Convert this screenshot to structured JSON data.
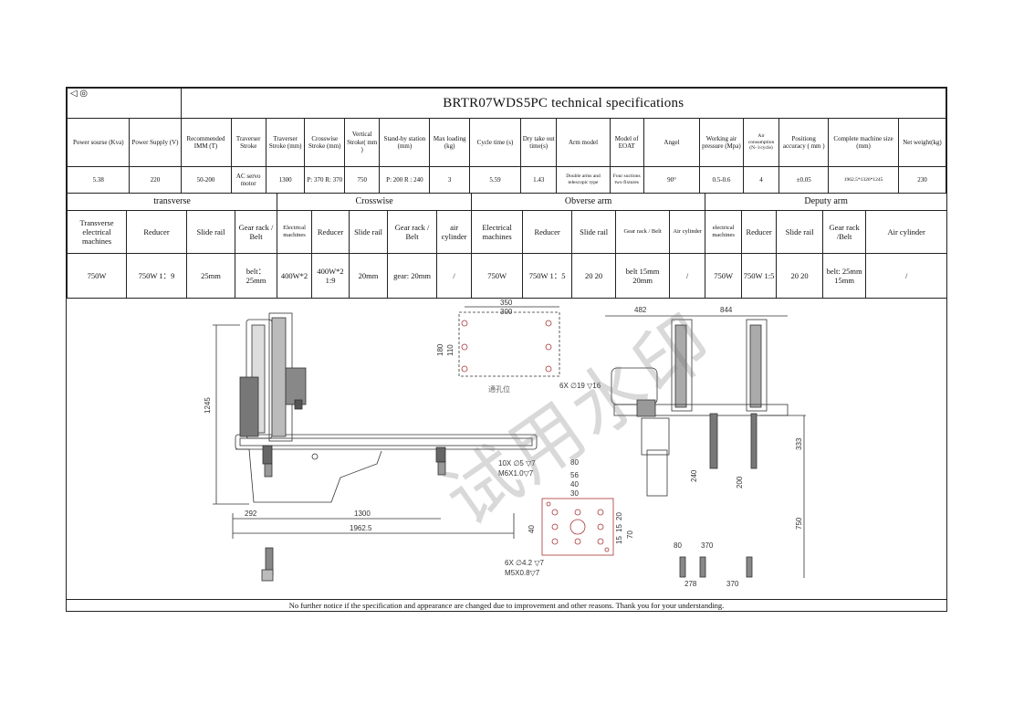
{
  "sheet": {
    "title": "BRTR07WDS5PC technical specifications",
    "symbol": "◁ ◎",
    "footer": "No further notice if the specification and appearance are changed due to improvement and other reasons. Thank you for your understanding."
  },
  "specs": {
    "headers": [
      "Power sourse (Kva)",
      "Power Supply (V)",
      "Recommended IMM (T)",
      "Traverser Stroke",
      "Traverser Stroke (mm)",
      "Crosswise Stroke (mm)",
      "Vertical Stroke( mm )",
      "Stand-by station (mm)",
      "Max loading (kg)",
      "Cycle time (s)",
      "Dry take out time(s)",
      "Arm model",
      "Model of EOAT",
      "Angel",
      "Working air pressure (Mpa)",
      "Air consumption (N- l/cycle)",
      "Positiong accuracy ( mm )",
      "Complete machine size (mm)",
      "Net weight(kg)"
    ],
    "values": [
      "5.38",
      "220",
      "50-200",
      "AC servo motor",
      "1300",
      "P: 370 R: 370",
      "750",
      "P: 200 R : 240",
      "3",
      "5.59",
      "1.43",
      "Double arms and telescopic type",
      "Four suctions two fixtures",
      "90°",
      "0.5-0.6",
      "4",
      "±0.05",
      "1962.5*1326*1245",
      "230"
    ]
  },
  "components": {
    "groups": [
      "transverse",
      "Crosswise",
      "Obverse arm",
      "Deputy arm"
    ],
    "headers": [
      "Transverse electrical machines",
      "Reducer",
      "Slide rail",
      "Gear rack / Belt",
      "Electrical machines",
      "Reducer",
      "Slide rail",
      "Gear rack / Belt",
      "air cylinder",
      "Electrical machines",
      "Reducer",
      "Slide rail",
      "Gear rack / Belt",
      "Air cylinder",
      "electrical machines",
      "Reducer",
      "Slide rail",
      "Gear rack /Belt",
      "Air cylinder"
    ],
    "values": [
      "750W",
      "750W 1：9",
      "25mm",
      "belt： 25mm",
      "400W*2",
      "400W*2 1:9",
      "20mm",
      "gear: 20mm",
      "/",
      "750W",
      "750W 1：5",
      "20 20",
      "belt 15mm 20mm",
      "/",
      "750W",
      "750W 1:5",
      "20 20",
      "belt: 25mm 15mm",
      "/"
    ]
  },
  "drawing": {
    "dims": {
      "d1245": "1245",
      "d292": "292",
      "d1300": "1300",
      "d1962": "1962.5",
      "d350": "350",
      "d300": "300",
      "d180": "180",
      "d110": "110",
      "hole6x19": "6X ∅19 ▽16",
      "hole_cn": "通孔位",
      "d10x": "10X ∅5 ▽7",
      "dm6": "M6X1.0▽7",
      "d80": "80",
      "d56": "56",
      "d40a": "40",
      "d30": "30",
      "d40b": "40",
      "d15a": "15",
      "d15b": "15",
      "d20": "20",
      "d70": "70",
      "d6x42": "6X ∅4.2 ▽7",
      "dm5": "M5X0.8▽7",
      "d482": "482",
      "d844": "844",
      "d333": "333",
      "d240": "240",
      "d200": "200",
      "d750": "750",
      "d80b": "80",
      "d370a": "370",
      "d278": "278",
      "d370b": "370"
    }
  },
  "watermark": "试用水印"
}
